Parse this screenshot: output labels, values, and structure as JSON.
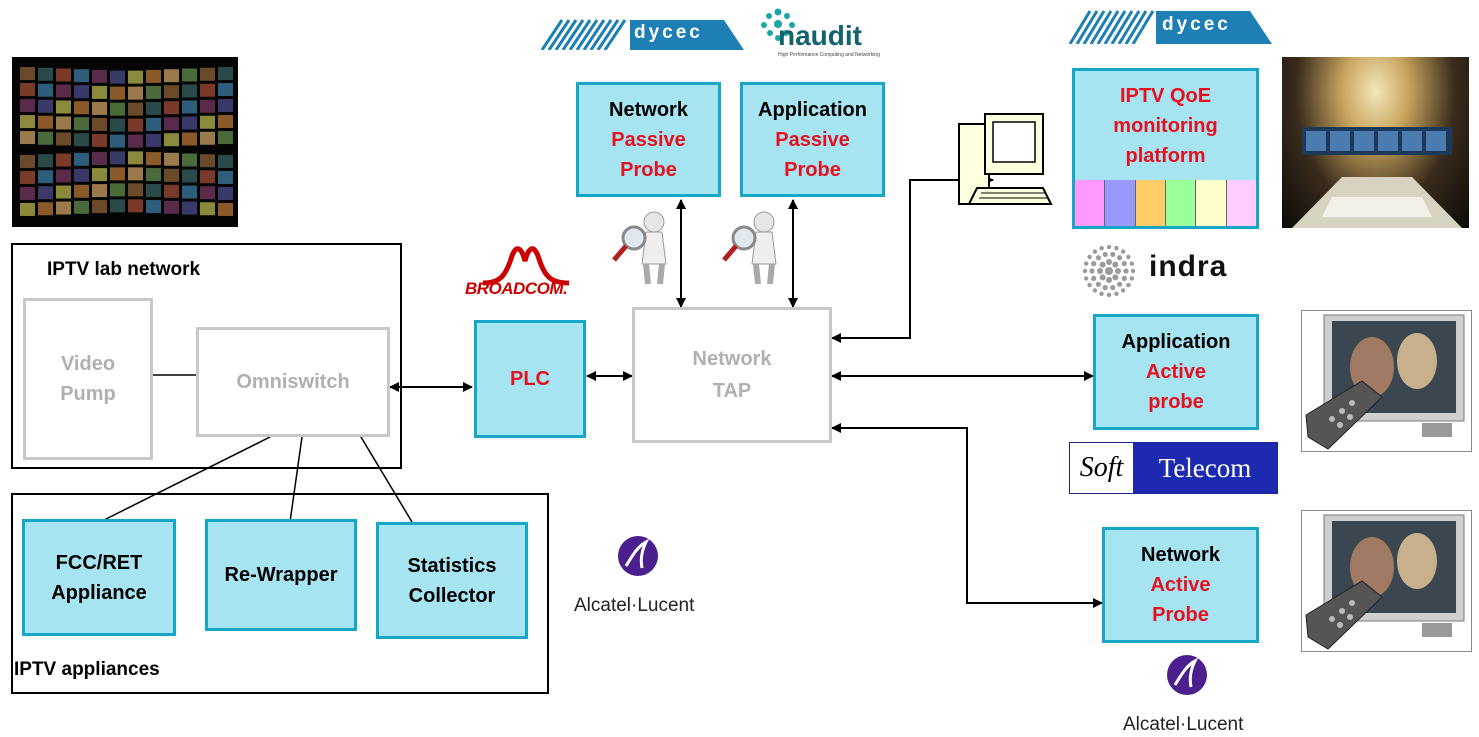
{
  "colors": {
    "probe_fill": "#a6e4f2",
    "probe_border": "#17a7c6",
    "red_text": "#e8101e",
    "grey_box": "#c8c8c8"
  },
  "lab": {
    "title": "IPTV lab network",
    "video_pump": [
      "Video",
      "Pump"
    ],
    "omniswitch": "Omniswitch"
  },
  "appliances": {
    "title": "IPTV appliances",
    "fcc": [
      "FCC/RET",
      "Appliance"
    ],
    "rewrapper": "Re-Wrapper",
    "stats": [
      "Statistics",
      "Collector"
    ]
  },
  "plc": "PLC",
  "tap": [
    "Network",
    "TAP"
  ],
  "net_passive": [
    "Network",
    "Passive",
    "Probe"
  ],
  "app_passive": [
    "Application",
    "Passive",
    "Probe"
  ],
  "qoe": [
    "IPTV QoE",
    "monitoring",
    "platform"
  ],
  "qoe_bar_colors": [
    "#ff99ff",
    "#9999ff",
    "#ffcc66",
    "#99ff99",
    "#ffffcc",
    "#ffccff"
  ],
  "app_active": [
    "Application",
    "Active",
    "probe"
  ],
  "net_active": [
    "Network",
    "Active",
    "Probe"
  ],
  "logos": {
    "broadcom": "BROADCOM.",
    "dycec": "dycec",
    "naudit": "naudit",
    "naudit_tag": "High Performance Computing and Networking",
    "indra": "indra",
    "soft": "Soft",
    "telecom": "Telecom",
    "alcatel": "Alcatel·Lucent"
  },
  "icons": [
    "magnifier-person-icon",
    "computer-icon",
    "tv-remote-icon",
    "alcatel-logo-icon",
    "indra-logo-icon"
  ]
}
